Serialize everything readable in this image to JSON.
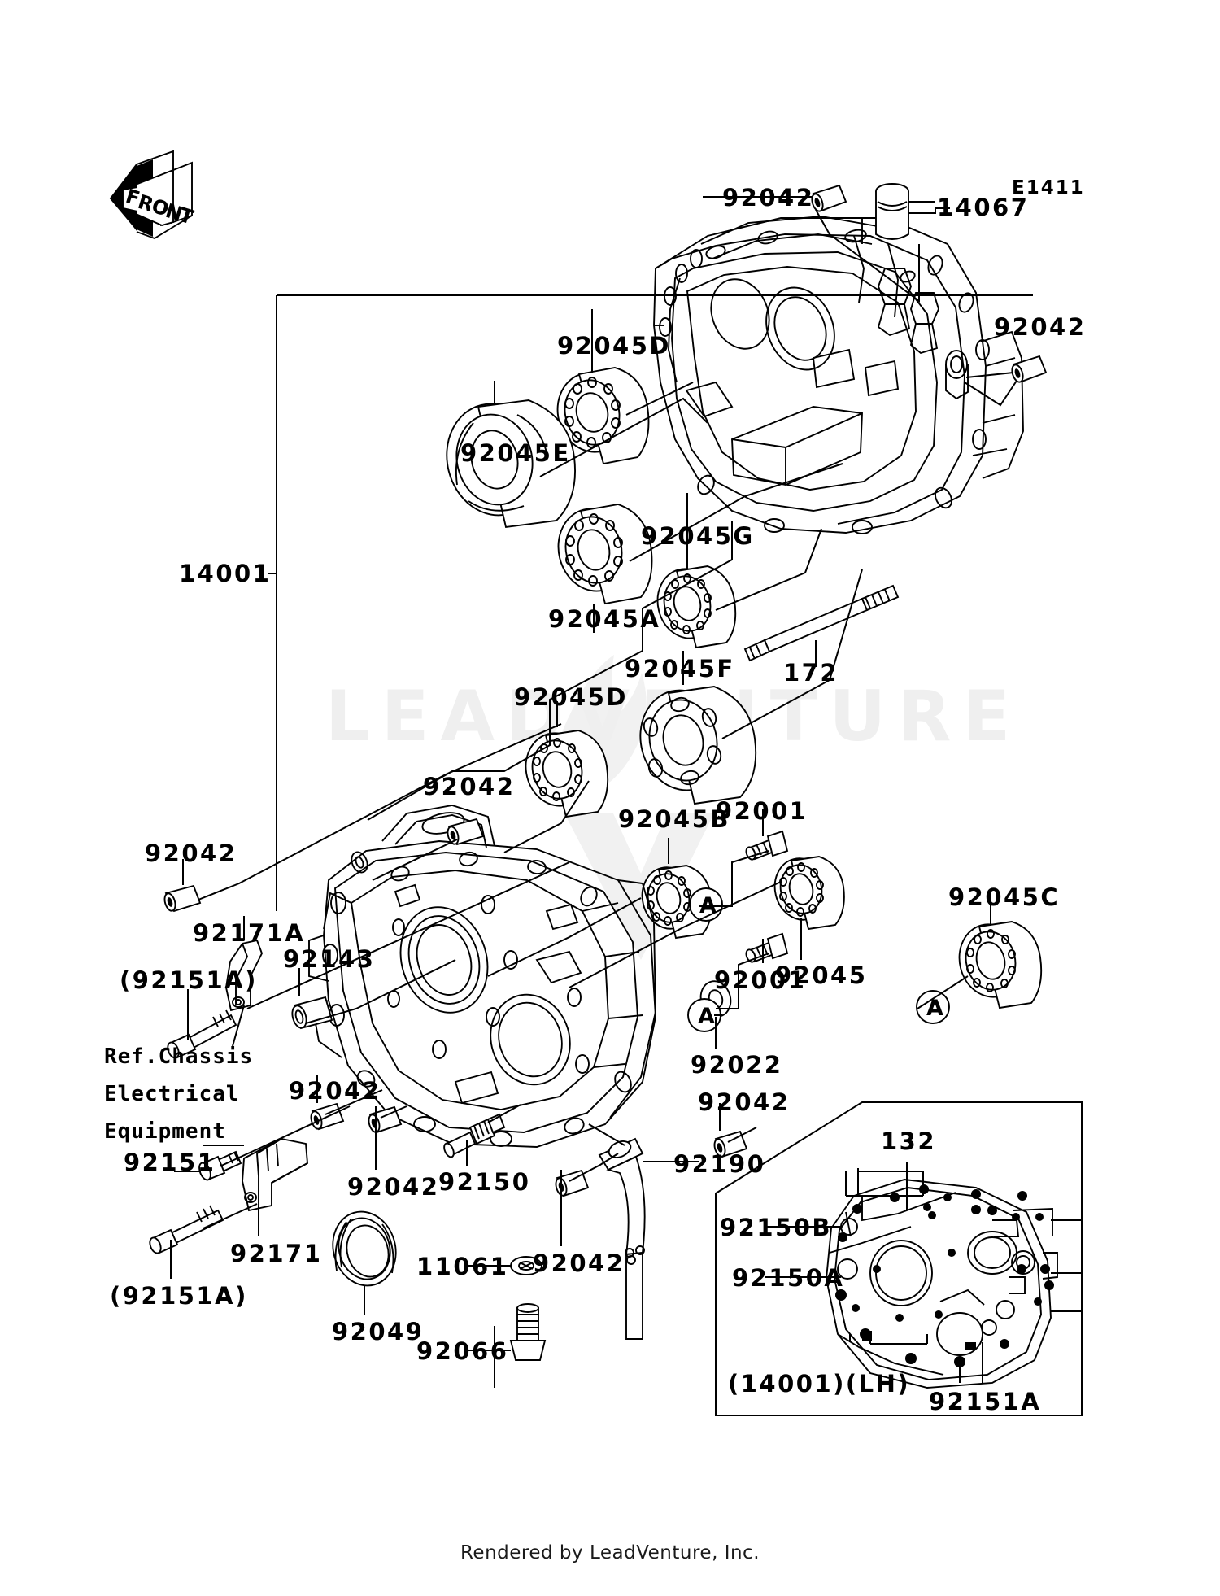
{
  "document": {
    "diagram_code": "E1411",
    "footer": "Rendered by LeadVenture, Inc.",
    "front_marker": "FRONT",
    "watermark": "LEADVENTURE"
  },
  "labels": {
    "l_92042_top": "92042",
    "l_14067": "14067",
    "l_e1411": "E1411",
    "l_92042_right": "92042",
    "l_92045D_top": "92045D",
    "l_92045E": "92045E",
    "l_92045A": "92045A",
    "l_92045G": "92045G",
    "l_14001": "14001",
    "l_172": "172",
    "l_92045F": "92045F",
    "l_92045D_mid": "92045D",
    "l_92042_mid": "92042",
    "l_92045B": "92045B",
    "l_92001_top": "92001",
    "l_92042_left": "92042",
    "l_92045C": "92045C",
    "l_92171A": "92171A",
    "l_92143": "92143",
    "l_92045": "92045",
    "l_92151A_upper": "(92151A)",
    "l_92001_bot": "92001",
    "l_92022": "92022",
    "l_ref_line1": "Ref.Chassis",
    "l_ref_line2": "Electrical",
    "l_ref_line3": "Equipment",
    "l_92151": "92151",
    "l_92042_ref": "92042",
    "l_92042_mid2": "92042",
    "l_92042_bot": "92042",
    "l_92150": "92150",
    "l_92190": "92190",
    "l_92171": "92171",
    "l_92151A_lower": "(92151A)",
    "l_92049": "92049",
    "l_11061": "11061",
    "l_92066": "92066",
    "l_92042_low": "92042",
    "l_132": "132",
    "l_92150B": "92150B",
    "l_92150A": "92150A",
    "l_92151A_inset": "92151A",
    "l_inset_caption": "(14001)(LH)",
    "ref_A_1": "A",
    "ref_A_2": "A",
    "ref_A_3": "A"
  },
  "parts": [
    {
      "number": "14001",
      "name": "crankcase-assembly"
    },
    {
      "number": "14067",
      "name": "breather-pipe"
    },
    {
      "number": "92042",
      "name": "dowel-pin"
    },
    {
      "number": "92045",
      "name": "ball-bearing"
    },
    {
      "number": "92045A",
      "name": "ball-bearing-a"
    },
    {
      "number": "92045B",
      "name": "ball-bearing-b"
    },
    {
      "number": "92045C",
      "name": "ball-bearing-c"
    },
    {
      "number": "92045D",
      "name": "ball-bearing-d"
    },
    {
      "number": "92045E",
      "name": "ball-bearing-e"
    },
    {
      "number": "92045F",
      "name": "ball-bearing-f"
    },
    {
      "number": "92045G",
      "name": "ball-bearing-g"
    },
    {
      "number": "92001",
      "name": "bolt"
    },
    {
      "number": "92022",
      "name": "washer"
    },
    {
      "number": "92049",
      "name": "oil-seal"
    },
    {
      "number": "92066",
      "name": "plug"
    },
    {
      "number": "11061",
      "name": "gasket"
    },
    {
      "number": "92143",
      "name": "collar"
    },
    {
      "number": "92150",
      "name": "bolt-flanged"
    },
    {
      "number": "92150A",
      "name": "bolt-a"
    },
    {
      "number": "92150B",
      "name": "bolt-b"
    },
    {
      "number": "92151",
      "name": "bolt-clamp"
    },
    {
      "number": "92151A",
      "name": "bolt-a-inset"
    },
    {
      "number": "92171",
      "name": "clamp"
    },
    {
      "number": "92171A",
      "name": "clamp-a"
    },
    {
      "number": "92190",
      "name": "oil-tube"
    },
    {
      "number": "172",
      "name": "stud-bolt"
    },
    {
      "number": "132",
      "name": "bolt-group"
    }
  ],
  "colors": {
    "line": "#000000",
    "background": "#ffffff",
    "watermark": "#f1f1f1"
  }
}
